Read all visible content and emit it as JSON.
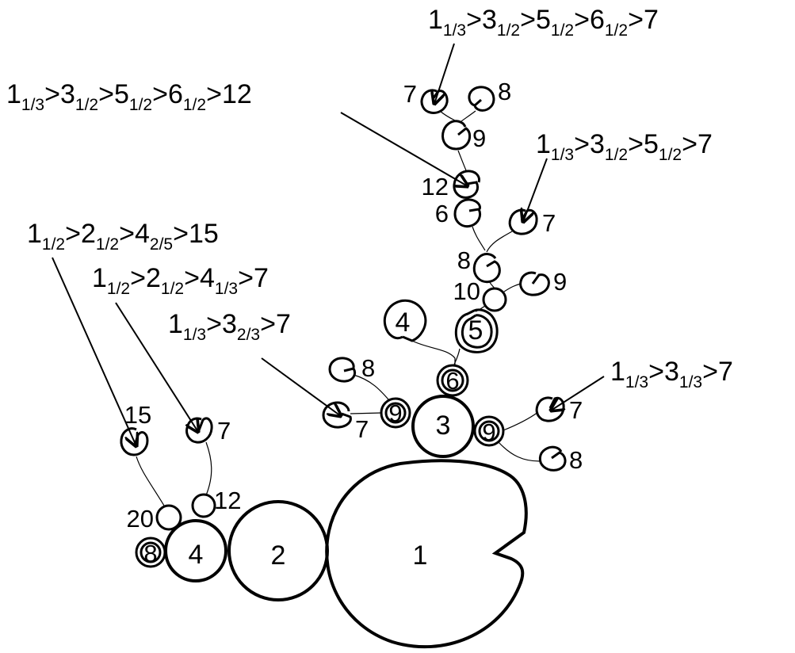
{
  "pads": {
    "p1": "1",
    "p2": "2",
    "p4": "4",
    "p3": "3",
    "p8": "8",
    "p20": "20",
    "p12": "12",
    "p15": "15",
    "p7a": "7",
    "p9a": "9",
    "p7b": "7",
    "p8b": "8",
    "p9b": "9",
    "p7c": "7",
    "p8c": "8",
    "p6": "6",
    "p4b": "4",
    "p5": "5",
    "p10": "10",
    "p9c": "9",
    "p8d": "8",
    "p7d": "7",
    "p6b": "6",
    "p12b": "12",
    "p9d": "9",
    "p7e": "7",
    "p8e": "8"
  },
  "paths": {
    "a": [
      [
        "1",
        "1/3"
      ],
      [
        "3",
        "1/2"
      ],
      [
        "5",
        "1/2"
      ],
      [
        "6",
        "1/2"
      ],
      [
        "7",
        ""
      ]
    ],
    "b": [
      [
        "1",
        "1/3"
      ],
      [
        "3",
        "1/2"
      ],
      [
        "5",
        "1/2"
      ],
      [
        "6",
        "1/2"
      ],
      [
        "12",
        ""
      ]
    ],
    "c": [
      [
        "1",
        "1/3"
      ],
      [
        "3",
        "1/2"
      ],
      [
        "5",
        "1/2"
      ],
      [
        "7",
        ""
      ]
    ],
    "d": [
      [
        "1",
        "1/2"
      ],
      [
        "2",
        "1/2"
      ],
      [
        "4",
        "2/5"
      ],
      [
        "15",
        ""
      ]
    ],
    "e": [
      [
        "1",
        "1/2"
      ],
      [
        "2",
        "1/2"
      ],
      [
        "4",
        "1/3"
      ],
      [
        "7",
        ""
      ]
    ],
    "f": [
      [
        "1",
        "1/3"
      ],
      [
        "3",
        "2/3"
      ],
      [
        "7",
        ""
      ]
    ],
    "g": [
      [
        "1",
        "1/3"
      ],
      [
        "3",
        "1/3"
      ],
      [
        "7",
        ""
      ]
    ]
  },
  "arrow_symbol": ">"
}
